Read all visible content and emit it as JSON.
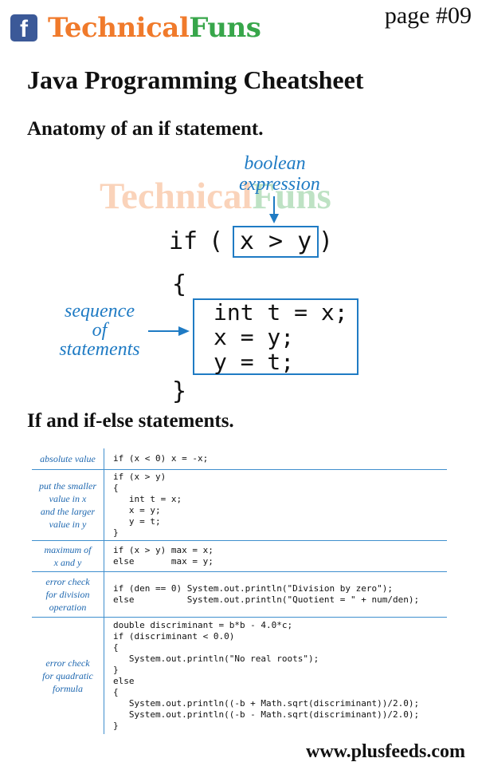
{
  "header": {
    "fb_glyph": "f",
    "brand_part1": "Technical",
    "brand_part2": "Funs",
    "page_number": "page #09"
  },
  "title": "Java Programming Cheatsheet",
  "section1": {
    "heading": "Anatomy of an if statement.",
    "watermark_part1": "Technical",
    "watermark_part2": "Funs",
    "boolean_label_1": "boolean",
    "boolean_label_2": "expression",
    "if_keyword": "if",
    "open_paren": "(",
    "condition": "x > y",
    "close_paren": ")",
    "open_brace": "{",
    "close_brace": "}",
    "sequence_label_1": "sequence",
    "sequence_label_2": "of",
    "sequence_label_3": "statements",
    "statements": [
      "int t = x;",
      "x = y;",
      "y = t;"
    ]
  },
  "section2": {
    "heading": "If and if-else statements.",
    "rows": [
      {
        "label": "absolute value",
        "code": "if (x < 0) x = -x;"
      },
      {
        "label": "put the smaller\nvalue in x\nand the larger\nvalue in y",
        "code": "if (x > y)\n{\n   int t = x;\n   x = y;\n   y = t;\n}"
      },
      {
        "label": "maximum of\nx and y",
        "code": "if (x > y) max = x;\nelse       max = y;"
      },
      {
        "label": "error check\nfor division\noperation",
        "code": "if (den == 0) System.out.println(\"Division by zero\");\nelse          System.out.println(\"Quotient = \" + num/den);"
      },
      {
        "label": "error check\nfor quadratic\nformula",
        "code": "double discriminant = b*b - 4.0*c;\nif (discriminant < 0.0)\n{\n   System.out.println(\"No real roots\");\n}\nelse\n{\n   System.out.println((-b + Math.sqrt(discriminant))/2.0);\n   System.out.println((-b - Math.sqrt(discriminant))/2.0);\n}"
      }
    ]
  },
  "footer": "www.plusfeeds.com",
  "colors": {
    "accent_blue": "#1f7bc4",
    "brand_orange": "#f07a2b",
    "brand_green": "#37a64a",
    "facebook_blue": "#3b5998"
  }
}
